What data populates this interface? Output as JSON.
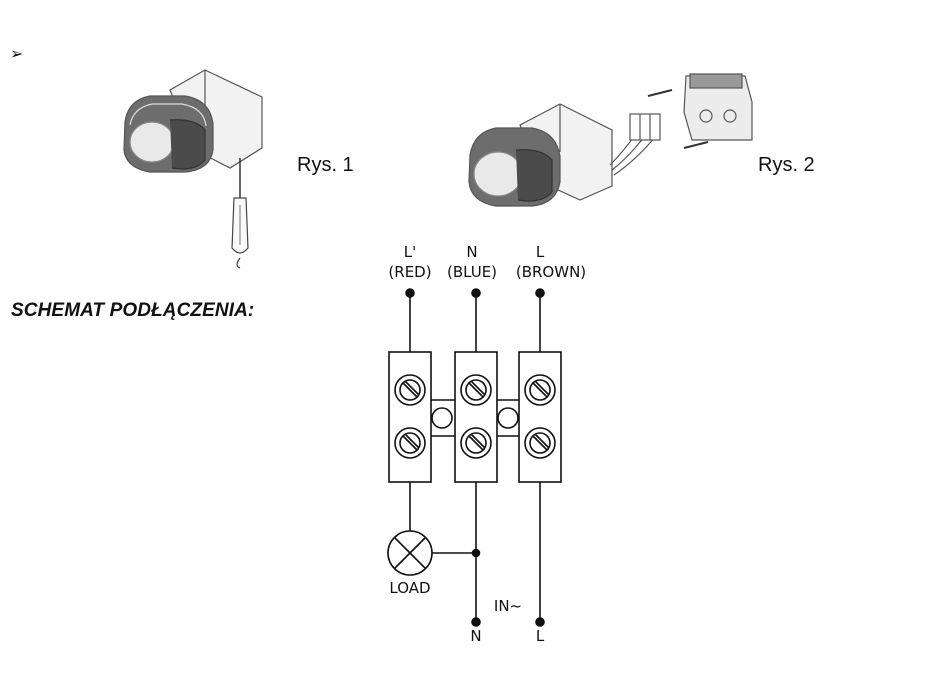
{
  "bullet_symbol": "➢",
  "figure1_caption": "Rys. 1",
  "figure2_caption": "Rys. 2",
  "schema_heading": "SCHEMAT PODŁĄCZENIA:",
  "terminals": [
    {
      "top_label": "L'",
      "color_label": "(RED)"
    },
    {
      "top_label": "N",
      "color_label": "(BLUE)"
    },
    {
      "top_label": "L",
      "color_label": "(BROWN)"
    }
  ],
  "load_label": "LOAD",
  "input_label": "IN~",
  "bottom_labels": [
    "N",
    "L"
  ],
  "icons": [
    "sensor-with-screwdriver-illustration",
    "sensor-exploded-mount-illustration",
    "lamp-load-symbol",
    "screw-terminal-icon"
  ]
}
